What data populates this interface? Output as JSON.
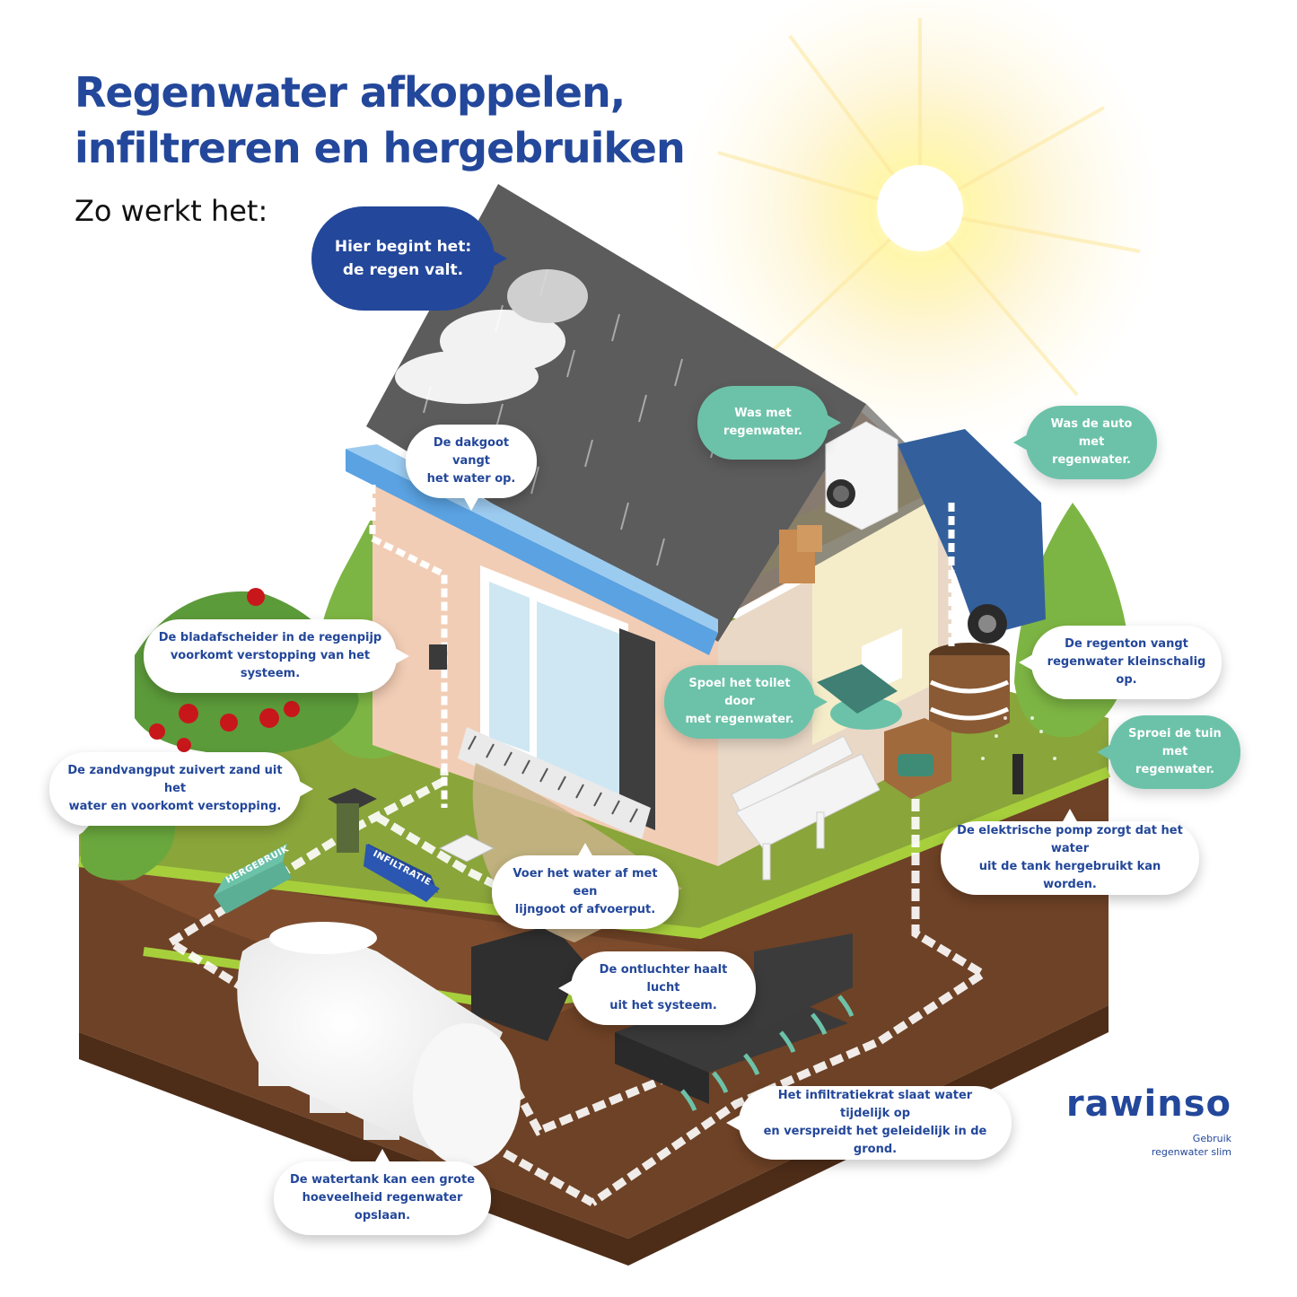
{
  "title": {
    "line1": "Regenwater afkoppelen,",
    "line2": "infiltreren en hergebruiken"
  },
  "subtitle": "Zo werkt het:",
  "bubbles": {
    "start": "Hier begint het:\nde regen valt.",
    "gutter": "De dakgoot vangt\nhet water op.",
    "laundry": "Was met\nregenwater.",
    "car": "Was de auto\nmet regenwater.",
    "leaf_separator": "De bladafscheider in de regenpijp\nvoorkomt verstopping van het systeem.",
    "sand_trap": "De zandvangput zuivert zand uit het\nwater en voorkomt verstopping.",
    "toilet": "Spoel het toilet door\nmet regenwater.",
    "rain_barrel": "De regenton vangt\nregenwater kleinschalig op.",
    "garden": "Sproei de tuin\nmet regenwater.",
    "pump": "De elektrische pomp zorgt dat het water\nuit de tank hergebruikt kan worden.",
    "drain": "Voer het water af met een\nlijngoot of afvoerput.",
    "vent": "De ontluchter haalt lucht\nuit het systeem.",
    "infiltration_crate": "Het infiltratiekrat slaat water tijdelijk op\nen verspreidt het geleidelijk in de grond.",
    "water_tank": "De watertank kan een grote\nhoeveelheid regenwater opslaan."
  },
  "signs": {
    "reuse": "HERGEBRUIK",
    "infiltration": "INFILTRATIE"
  },
  "logo": {
    "word": "rawinso",
    "tagline": "Gebruik\nregenwater slim"
  },
  "colors": {
    "brand_blue": "#23479a",
    "teal": "#6cc2a9",
    "grass": "#8ab43f",
    "soil": "#7a4a2a",
    "roof": "#5b5b5b",
    "wall": "#f2cdb5",
    "sun": "#fff6a8"
  }
}
